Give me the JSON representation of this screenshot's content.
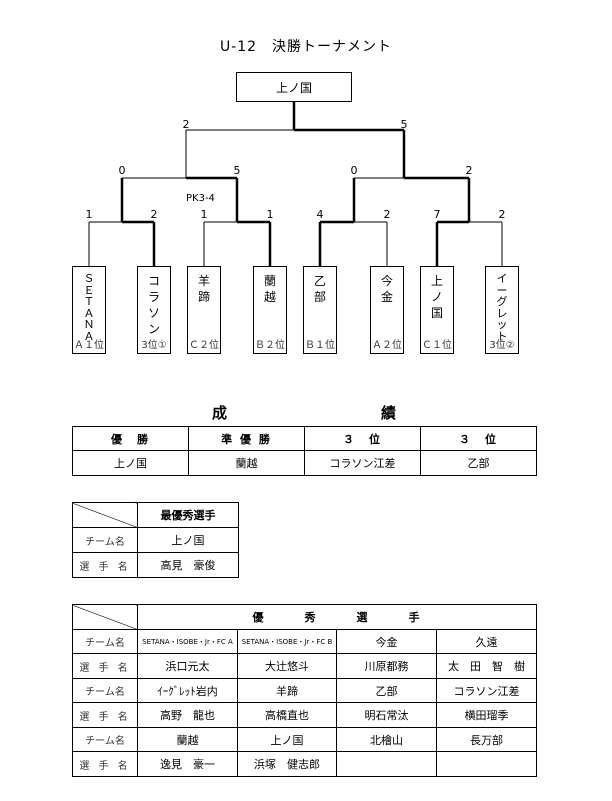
{
  "title": "U-12　決勝トーナメント",
  "champion": "上ノ国",
  "final": {
    "left_score": "2",
    "right_score": "5"
  },
  "semifinals": [
    {
      "left_score": "0",
      "right_score": "5",
      "note": "PK3-4"
    },
    {
      "left_score": "0",
      "right_score": "2",
      "note": ""
    }
  ],
  "quarterfinals": [
    {
      "left_score": "1",
      "right_score": "2"
    },
    {
      "left_score": "1",
      "right_score": "1"
    },
    {
      "left_score": "4",
      "right_score": "2"
    },
    {
      "left_score": "7",
      "right_score": "2"
    }
  ],
  "teams": [
    {
      "name": "ＳＥＴＡＮＡ",
      "seed": "Ａ１位"
    },
    {
      "name": "コラソン",
      "seed": "3位①"
    },
    {
      "name": "羊蹄",
      "seed": "Ｃ２位"
    },
    {
      "name": "蘭越",
      "seed": "Ｂ２位"
    },
    {
      "name": "乙部",
      "seed": "Ｂ１位"
    },
    {
      "name": "今金",
      "seed": "Ａ２位"
    },
    {
      "name": "上ノ国",
      "seed": "Ｃ１位"
    },
    {
      "name": "イーグレット",
      "seed": "3位②"
    }
  ],
  "results": {
    "title_chars": [
      "成",
      "績"
    ],
    "headers": [
      "優　勝",
      "準 優 勝",
      "３　位",
      "３　位"
    ],
    "values": [
      "上ノ国",
      "蘭越",
      "コラソン江差",
      "乙部"
    ]
  },
  "mvp": {
    "header": "最優秀選手",
    "team_label": "チーム名",
    "team": "上ノ国",
    "player_label": "選 手 名",
    "player": "高見　豪俊"
  },
  "excellent": {
    "header": "優　　　秀　　　選　　　手",
    "team_label": "チーム名",
    "player_label": "選 手 名",
    "rows": [
      {
        "teams": [
          "SETANA・ISOBE・Jr・FC A",
          "SETANA・ISOBE・Jr・FC B",
          "今金",
          "久遠"
        ],
        "players": [
          "浜口元太",
          "大辻悠斗",
          "川原都務",
          "太　田　智　樹"
        ]
      },
      {
        "teams": [
          "ｲｰｸﾞﾚｯﾄ岩内",
          "羊蹄",
          "乙部",
          "コラソン江差"
        ],
        "players": [
          "高野　龍也",
          "高橋直也",
          "明石常汰",
          "横田瑠季"
        ]
      },
      {
        "teams": [
          "蘭越",
          "上ノ国",
          "北檜山",
          "長万部"
        ],
        "players": [
          "逸見　豪一",
          "浜塚　健志郎",
          ""
        ]
      }
    ]
  }
}
